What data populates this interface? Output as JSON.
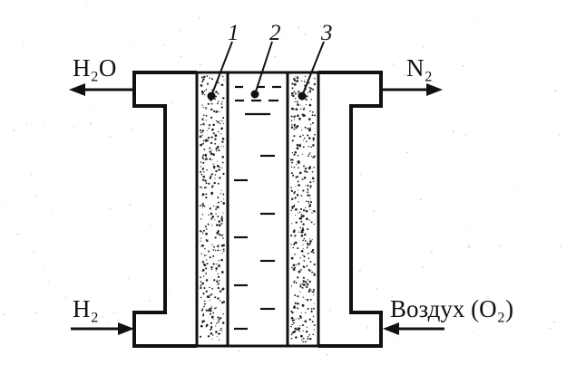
{
  "labels": {
    "water": "H₂O",
    "hydrogen": "H₂",
    "nitrogen": "N₂",
    "air": "Воздух (O₂)",
    "n1": "1",
    "n2": "2",
    "n3": "3"
  },
  "colors": {
    "line": "#111111",
    "stipple": "#222222",
    "background": "#ffffff"
  },
  "icons": [
    "arrow-left-icon",
    "arrow-right-icon"
  ]
}
